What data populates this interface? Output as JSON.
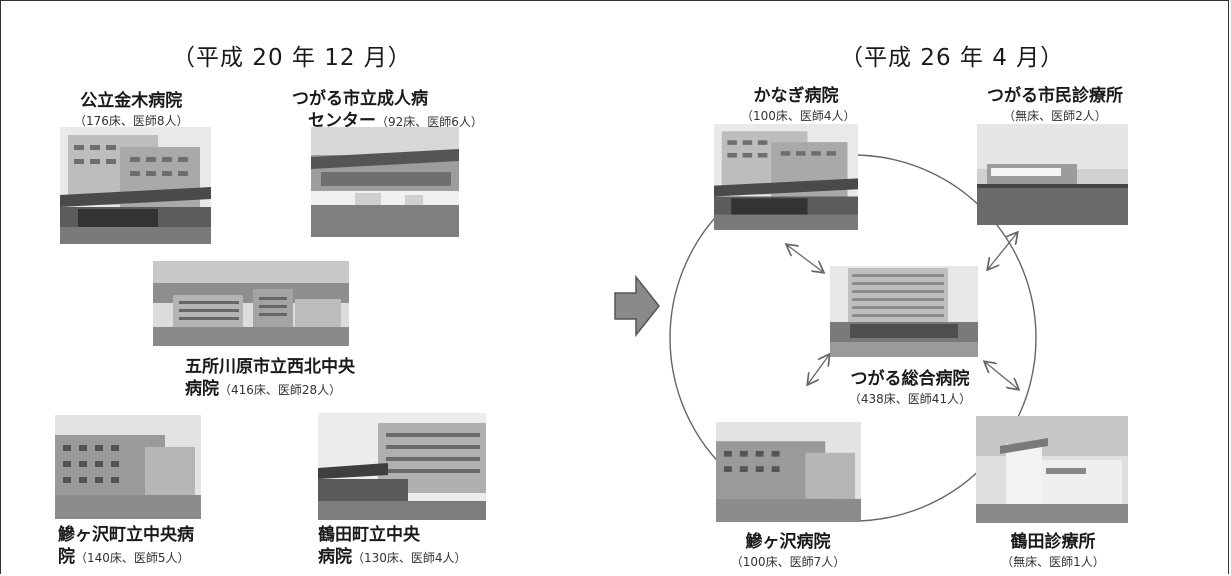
{
  "before": {
    "heading": "（平成 20 年 12 月）",
    "hospitals": [
      {
        "name": "公立金木病院",
        "name2": "",
        "detail": "（176床、医師8人）",
        "inline_detail": ""
      },
      {
        "name": "つがる市立成人病",
        "name2": "センター",
        "detail": "",
        "inline_detail": "（92床、医師6人）"
      },
      {
        "name": "五所川原市立西北中央",
        "name2": "病院",
        "detail": "",
        "inline_detail": "（416床、医師28人）"
      },
      {
        "name": "鰺ヶ沢町立中央病",
        "name2": "院",
        "detail": "",
        "inline_detail": "（140床、医師5人）"
      },
      {
        "name": "鶴田町立中央",
        "name2": "病院",
        "detail": "",
        "inline_detail": "（130床、医師4人）"
      }
    ]
  },
  "after": {
    "heading": "（平成 26 年 4 月）",
    "hub": {
      "name": "つがる総合病院",
      "detail": "（438床、医師41人）"
    },
    "facilities": [
      {
        "name": "かなぎ病院",
        "detail": "（100床、医師4人）"
      },
      {
        "name": "つがる市民診療所",
        "detail": "（無床、医師2人）"
      },
      {
        "name": "鰺ヶ沢病院",
        "detail": "（100床、医師7人）"
      },
      {
        "name": "鶴田診療所",
        "detail": "（無床、医師1人）"
      }
    ]
  },
  "colors": {
    "arrow": "#8a8a8a",
    "arrow_border": "#555555",
    "circle": "#666666",
    "text": "#1a1a1a"
  },
  "icons": {
    "transition_arrow": "right-arrow-icon",
    "link_arrows": "double-headed-arrow-icon"
  }
}
